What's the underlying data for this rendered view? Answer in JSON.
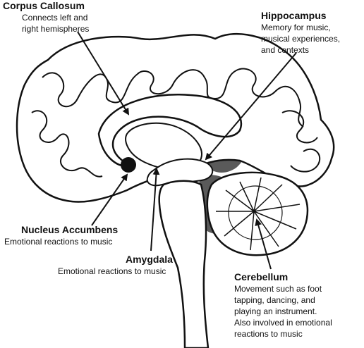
{
  "labels": {
    "corpus_callosum": {
      "title": "Corpus Callosum",
      "desc": [
        "Connects left and",
        "right hemispheres"
      ]
    },
    "hippocampus": {
      "title": "Hippocampus",
      "desc": [
        "Memory for music,",
        "musical experiences,",
        "and contexts"
      ]
    },
    "nucleus_accumbens": {
      "title": "Nucleus Accumbens",
      "desc": [
        "Emotional reactions to music"
      ]
    },
    "amygdala": {
      "title": "Amygdala",
      "desc": [
        "Emotional reactions to music"
      ]
    },
    "cerebellum": {
      "title": "Cerebellum",
      "desc": [
        "Movement such as foot",
        "tapping, dancing, and",
        "playing an instrument.",
        "Also involved in emotional",
        "reactions to music"
      ]
    }
  },
  "colors": {
    "line": "#111111",
    "dark_region": "#5a5a5a",
    "fill": "#ffffff"
  }
}
